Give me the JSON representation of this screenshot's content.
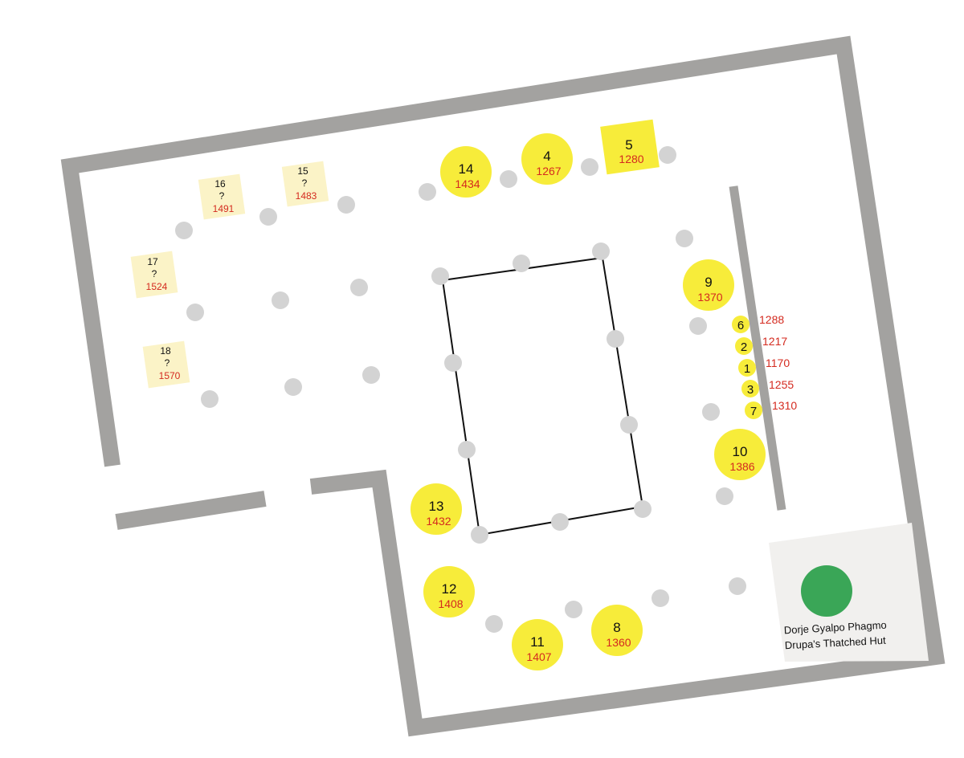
{
  "colors": {
    "wall": "#a3a2a0",
    "pillar": "#d3d3d3",
    "statue": "#f7ec3a",
    "unknown_statue": "#fbf3c7",
    "hut_panel": "#f1f0ee",
    "hut_dot": "#3aa657",
    "year_text": "#d42a1f",
    "outline": "#111111"
  },
  "statues": [
    {
      "id": "1",
      "year": "1170"
    },
    {
      "id": "2",
      "year": "1217"
    },
    {
      "id": "3",
      "year": "1255"
    },
    {
      "id": "4",
      "year": "1267"
    },
    {
      "id": "5",
      "year": "1280"
    },
    {
      "id": "6",
      "year": "1288"
    },
    {
      "id": "7",
      "year": "1310"
    },
    {
      "id": "8",
      "year": "1360"
    },
    {
      "id": "9",
      "year": "1370"
    },
    {
      "id": "10",
      "year": "1386"
    },
    {
      "id": "11",
      "year": "1407"
    },
    {
      "id": "12",
      "year": "1408"
    },
    {
      "id": "13",
      "year": "1432"
    },
    {
      "id": "14",
      "year": "1434"
    }
  ],
  "unknown_statues": [
    {
      "id": "15",
      "mark": "?",
      "year": "1483"
    },
    {
      "id": "16",
      "mark": "?",
      "year": "1491"
    },
    {
      "id": "17",
      "mark": "?",
      "year": "1524"
    },
    {
      "id": "18",
      "mark": "?",
      "year": "1570"
    }
  ],
  "hut": {
    "line1": "Dorje Gyalpo Phagmo",
    "line2": "Drupa's Thatched Hut"
  }
}
